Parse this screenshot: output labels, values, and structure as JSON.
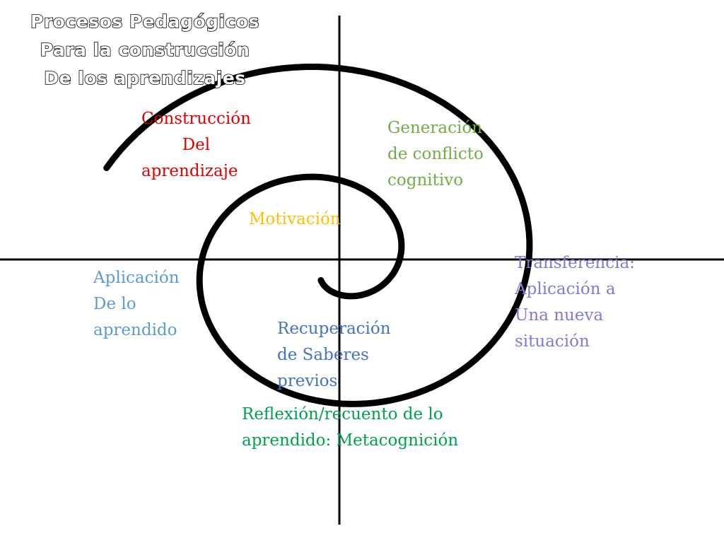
{
  "title": {
    "lines": [
      "Procesos Pedagógicos",
      "Para la construcción",
      "De los aprendizajes"
    ]
  },
  "labels": {
    "construccion": {
      "color": "#e00000",
      "lines": [
        "Construcción",
        "Del",
        "aprendizaje"
      ]
    },
    "generacion": {
      "color": "#70ad47",
      "lines": [
        "Generación",
        "de conflicto",
        "cognitivo"
      ]
    },
    "motivacion": {
      "color": "#ffc000",
      "lines": [
        "Motivación"
      ]
    },
    "aplicacion": {
      "color": "#5b9bd5",
      "lines": [
        "Aplicación",
        "De lo",
        "aprendido"
      ]
    },
    "transferencia": {
      "color": "#7b7bd8",
      "lines": [
        "Transferencia:",
        "Aplicación a",
        "Una nueva",
        "situación"
      ]
    },
    "recuperacion": {
      "color": "#4472c4",
      "lines": [
        "Recuperación",
        "de Saberes",
        "previos"
      ]
    },
    "reflexion": {
      "color": "#00a050",
      "lines": [
        "Reflexión/recuento de lo",
        "aprendido: Metacognición"
      ]
    }
  }
}
